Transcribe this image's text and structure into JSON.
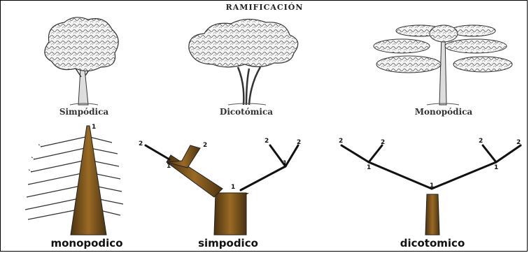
{
  "title": "RAMIFICACIÓN",
  "top_row": {
    "captions": [
      "Simpódica",
      "Dicotómica",
      "Monopódica"
    ]
  },
  "bottom_row": {
    "labels": [
      "monopodico",
      "simpodico",
      "dicotomico"
    ],
    "monopodico_numbers": [
      "1"
    ],
    "simpodico_numbers": [
      "2",
      "2",
      "1",
      "1",
      "1",
      "2",
      "2"
    ],
    "dicotomico_numbers": [
      "2",
      "2",
      "1",
      "1",
      "1",
      "2",
      "2"
    ]
  },
  "colors": {
    "trunk": "#8a5a1c",
    "trunk_dark": "#4a3210",
    "line": "#111111"
  }
}
